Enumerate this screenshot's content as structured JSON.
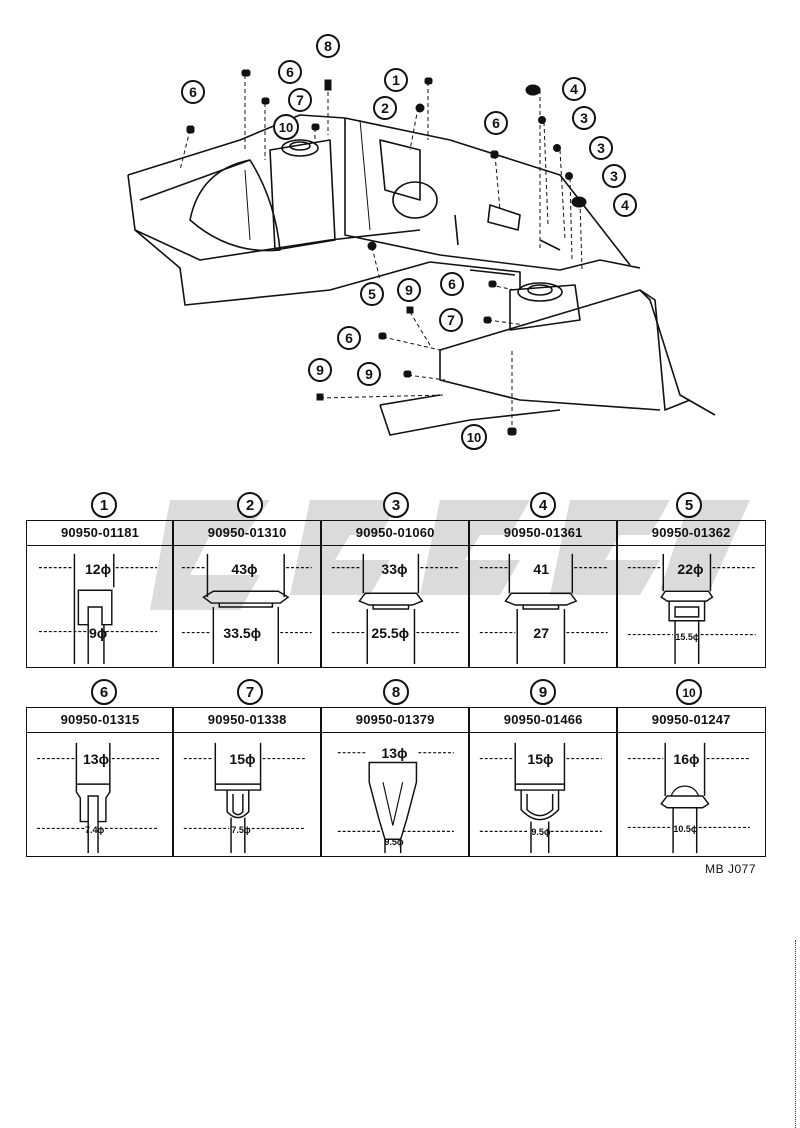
{
  "diagram_code": "MB J077",
  "callouts": {
    "c_1": "1",
    "c_2": "2",
    "c_3a": "3",
    "c_3b": "3",
    "c_3c": "3",
    "c_4a": "4",
    "c_4b": "4",
    "c_5": "5",
    "c_6a": "6",
    "c_6b": "6",
    "c_6c": "6",
    "c_6d": "6",
    "c_6e": "6",
    "c_7a": "7",
    "c_7b": "7",
    "c_8": "8",
    "c_9a": "9",
    "c_9b": "9",
    "c_9c": "9",
    "c_10a": "10",
    "c_10b": "10"
  },
  "clips_row1": [
    {
      "num": "1",
      "part": "90950-01181",
      "top": "12ϕ",
      "bottom": "9ϕ"
    },
    {
      "num": "2",
      "part": "90950-01310",
      "top": "43ϕ",
      "bottom": "33.5ϕ"
    },
    {
      "num": "3",
      "part": "90950-01060",
      "top": "33ϕ",
      "bottom": "25.5ϕ"
    },
    {
      "num": "4",
      "part": "90950-01361",
      "top": "41",
      "bottom": "27"
    },
    {
      "num": "5",
      "part": "90950-01362",
      "top": "22ϕ",
      "bottom": "15.5ϕ"
    }
  ],
  "clips_row2": [
    {
      "num": "6",
      "part": "90950-01315",
      "top": "13ϕ",
      "bottom": "7.4ϕ"
    },
    {
      "num": "7",
      "part": "90950-01338",
      "top": "15ϕ",
      "bottom": "7.5ϕ"
    },
    {
      "num": "8",
      "part": "90950-01379",
      "top": "13ϕ",
      "bottom": "9.5ϕ"
    },
    {
      "num": "9",
      "part": "90950-01466",
      "top": "15ϕ",
      "bottom": "9.5ϕ"
    },
    {
      "num": "10",
      "part": "90950-01247",
      "top": "16ϕ",
      "bottom": "10.5ϕ"
    }
  ]
}
